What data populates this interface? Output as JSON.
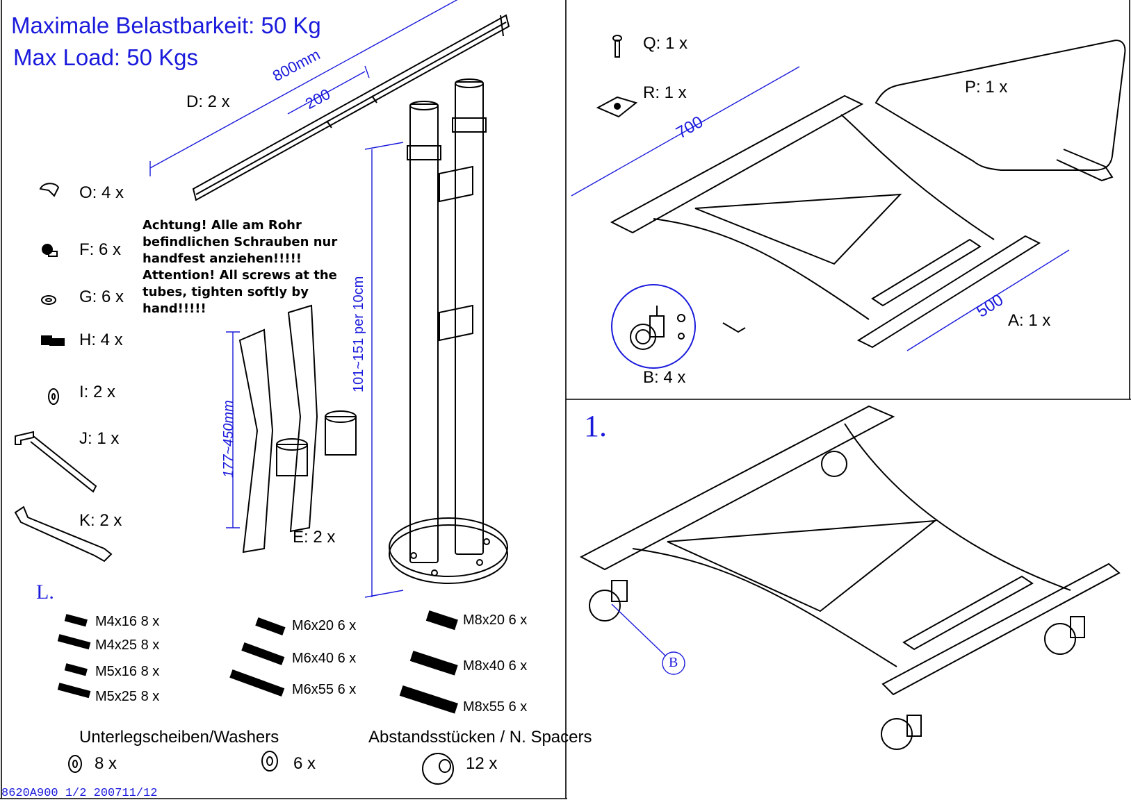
{
  "header": {
    "load_de": "Maximale Belastbarkeit: 50 Kg",
    "load_en": "Max Load: 50 Kgs"
  },
  "parts": {
    "O": "O: 4 x",
    "F": "F: 6 x",
    "G": "G: 6 x",
    "H": "H: 4 x",
    "I": "I: 2 x",
    "J": "J: 1 x",
    "K": "K: 2 x",
    "D": "D: 2 x",
    "E": "E: 2 x",
    "Q": "Q: 1 x",
    "R": "R: 1 x",
    "P": "P: 1 x",
    "A": "A: 1 x",
    "B": "B: 4 x"
  },
  "dimensions": {
    "rail_length": "800mm",
    "rail_offset": "200",
    "tube_height": "101~151  per 10cm",
    "clamp_range": "177~450mm",
    "frame_length": "700",
    "frame_width": "500"
  },
  "warning": {
    "line1": "Achtung! Alle am Rohr",
    "line2": "befindlichen Schrauben nur",
    "line3": "handfest anziehen!!!!!",
    "line4": "Attention! All screws at the",
    "line5": "tubes, tighten softly by",
    "line6": "hand!!!!!"
  },
  "screws_section": {
    "marker": "L.",
    "col1": [
      "M4x16  8 x",
      "M4x25  8 x",
      "M5x16  8 x",
      "M5x25  8 x"
    ],
    "col2": [
      "M6x20  6 x",
      "M6x40  6 x",
      "M6x55  6 x"
    ],
    "col3": [
      "M8x20  6 x",
      "M8x40  6 x",
      "M8x55  6 x"
    ]
  },
  "washers": {
    "heading_washers": "Unterlegscheiben/Washers",
    "heading_spacers": "Abstandsstücken / N. Spacers",
    "count_a": "8 x",
    "count_b": "6 x",
    "count_c": "12 x"
  },
  "step": {
    "number": "1.",
    "callout": "B"
  },
  "footer": {
    "code": "8620A900  1/2  200711/12"
  },
  "colors": {
    "accent": "#1a1adc",
    "line": "#000000",
    "background": "#ffffff"
  }
}
